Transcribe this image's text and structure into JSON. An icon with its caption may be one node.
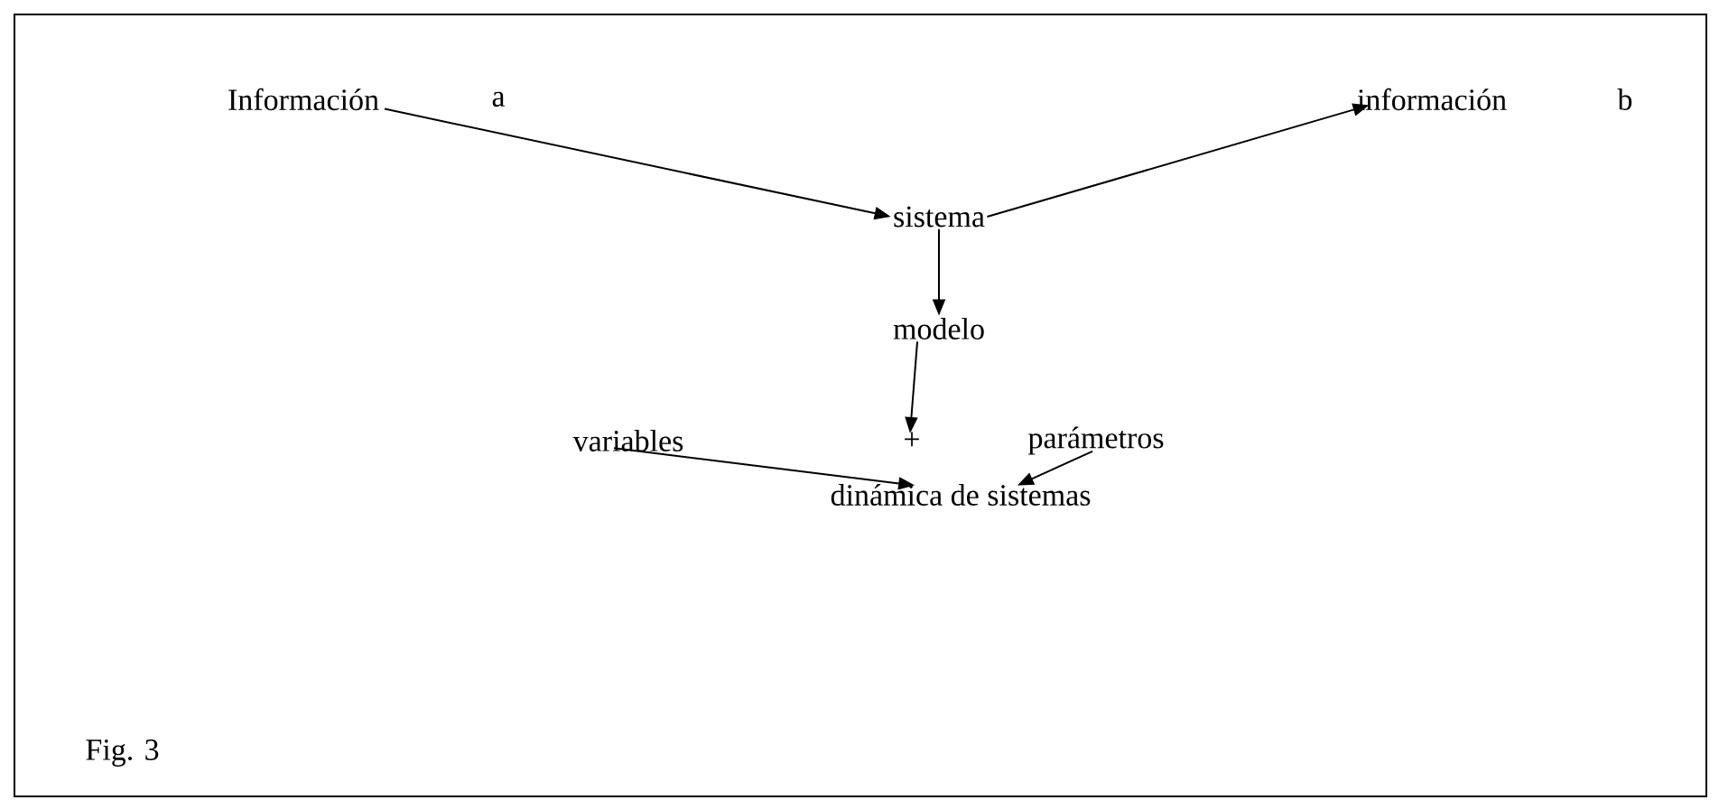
{
  "diagram": {
    "caption": "Fig. 3",
    "nodes": [
      {
        "text": [
          "Información"
        ]
      },
      {
        "text": [
          "sistema"
        ]
      },
      {
        "text": [
          "información"
        ]
      },
      {
        "text": [
          "modelo"
        ]
      },
      {
        "text": [
          "variables"
        ]
      },
      {
        "text": [
          "+"
        ]
      },
      {
        "text": [
          "parámetros"
        ]
      },
      {
        "text": [
          "dinámica de sistemas"
        ]
      }
    ],
    "edges": [
      {
        "from": 0,
        "to": 1,
        "arrow": "to"
      },
      {
        "from": 1,
        "to": 2,
        "arrow": "to"
      },
      {
        "from": 1,
        "to": 3,
        "arrow": "to"
      },
      {
        "from": 3,
        "to": 5,
        "arrow": "to"
      },
      {
        "from": 4,
        "to": 7,
        "arrow": "to"
      },
      {
        "from": 6,
        "to": 7,
        "arrow": "to"
      }
    ],
    "labels": [
      "a",
      "b"
    ]
  }
}
